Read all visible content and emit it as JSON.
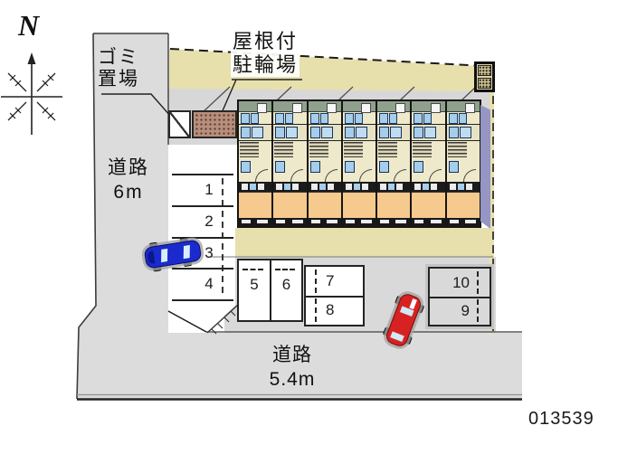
{
  "page": {
    "id_number": "013539"
  },
  "compass": {
    "label": "N"
  },
  "labels": {
    "garbage": {
      "line1": "ゴミ",
      "line2": "置場"
    },
    "covered_bicycle_parking": {
      "line1": "屋根付",
      "line2": "駐輪場"
    },
    "road_left": {
      "line1": "道路",
      "line2": "6m"
    },
    "road_bottom": {
      "line1": "道路",
      "line2": "5.4m"
    }
  },
  "parking": {
    "left_column": [
      "1",
      "2",
      "3",
      "4"
    ],
    "middle_vertical": [
      "5",
      "6"
    ],
    "middle_stacked": [
      "7",
      "8"
    ],
    "right_stacked": [
      "10",
      "9"
    ]
  },
  "building": {
    "unit_count": 7
  },
  "colors": {
    "road_gray": "#dcdcdc",
    "property_beige": "#e7e0ac",
    "eave_green": "#8fa18c",
    "room_orange": "#f6c98e",
    "fixture_blue": "#a6cdec",
    "shed_brown": "#b88e7c",
    "shadow_purple": "#9596c5",
    "car_blue": "#1a2acc",
    "car_red": "#d62222",
    "line_black": "#232323"
  }
}
